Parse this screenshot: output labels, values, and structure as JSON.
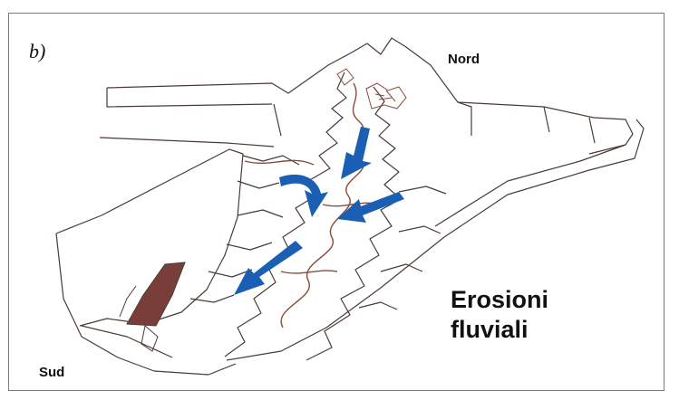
{
  "panel_label": "b)",
  "directions": {
    "north": "Nord",
    "south": "Sud"
  },
  "caption": {
    "line1": "Erosioni",
    "line2": "fluviali"
  },
  "colors": {
    "outline": "#4a3b35",
    "river": "#8b4a3c",
    "arrow": "#1a5fb4",
    "deposit": "#7a3e3a"
  }
}
